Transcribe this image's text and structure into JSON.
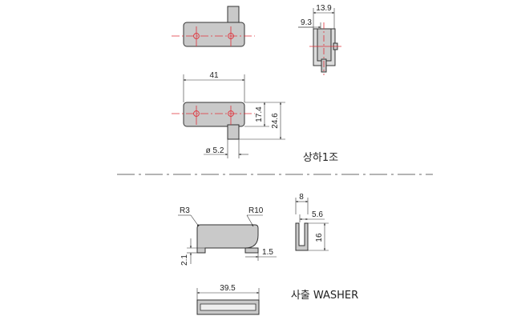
{
  "dimensions": {
    "top_side_width": "13.9",
    "top_side_inner": "9.3",
    "front_width": "41",
    "front_height_inner": "17.4",
    "front_height_total": "24.6",
    "pin_diameter": "ø 5.2",
    "washer_radius_left": "R3",
    "washer_radius_right": "R10",
    "washer_side_width": "8",
    "washer_side_inner": "5.6",
    "washer_side_height": "16",
    "washer_thickness": "2.1",
    "washer_lip": "1.5",
    "washer_bottom_length": "39.5"
  },
  "captions": {
    "hinge_set": "상하1조",
    "washer": "사출 WASHER"
  },
  "colors": {
    "centerline": "#e0303a",
    "part_fill": "#c9c9c9",
    "outline": "#333333"
  }
}
